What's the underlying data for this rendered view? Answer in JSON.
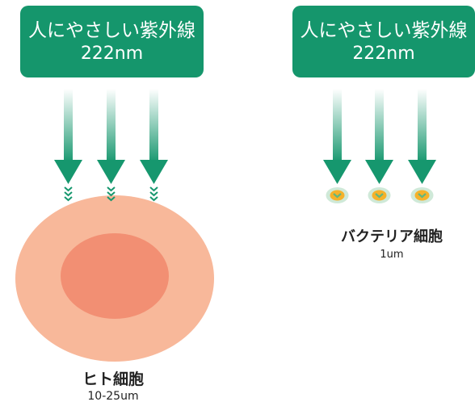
{
  "left": {
    "uv_title": "人にやさしい紫外線",
    "uv_wavelength": "222nm",
    "cell_name": "ヒト細胞",
    "cell_size": "10-25um"
  },
  "right": {
    "uv_title": "人にやさしい紫外線",
    "uv_wavelength": "222nm",
    "cell_name": "バクテリア細胞",
    "cell_size": "1um"
  },
  "colors": {
    "uv_box": "#15966c",
    "arrow": "#16976e",
    "human_outer": "#f8b89a",
    "human_nucleus": "#f28f73",
    "bacteria_outer": "#cfe9d8",
    "bacteria_inner": "#f5b22a",
    "bacteria_core": "#62b77e"
  }
}
